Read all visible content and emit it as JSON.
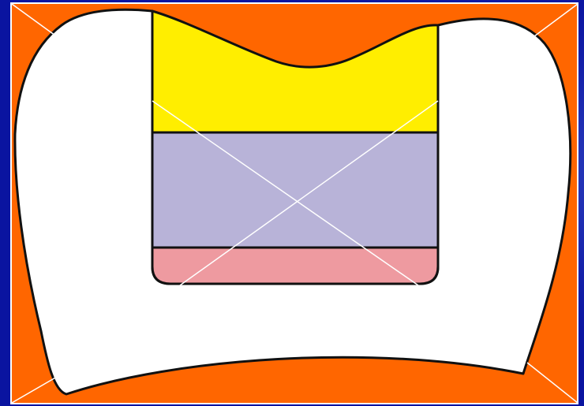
{
  "slide": {
    "background_color": "#0a14a0",
    "glow_color": "#5a78e6"
  },
  "diagram": {
    "panel_color": "#ff6600",
    "tooth_color": "#ffffff",
    "outline_color": "#111111",
    "guide_line_color": "#ffffff",
    "cavity_layers": [
      {
        "name": "top-layer",
        "color": "#ffee00"
      },
      {
        "name": "middle-layer",
        "color": "#b8b3d8"
      },
      {
        "name": "bottom-layer",
        "color": "#ee9aa0"
      }
    ]
  }
}
